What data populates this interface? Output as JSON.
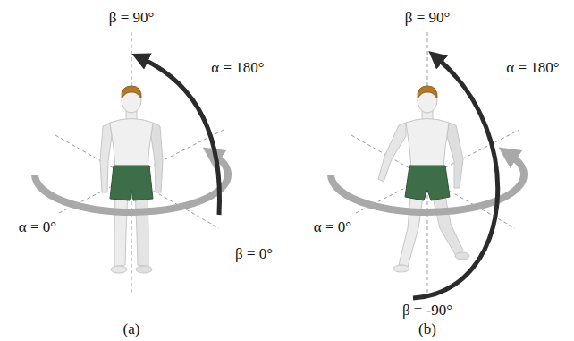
{
  "diagram": {
    "labels": [
      "β = 90°",
      "α = 180°",
      "α = 0°",
      "β = 0°",
      "(a)",
      "β = 90°",
      "α = 180°",
      "α = 0°",
      "β = -90°",
      "(b)"
    ]
  }
}
